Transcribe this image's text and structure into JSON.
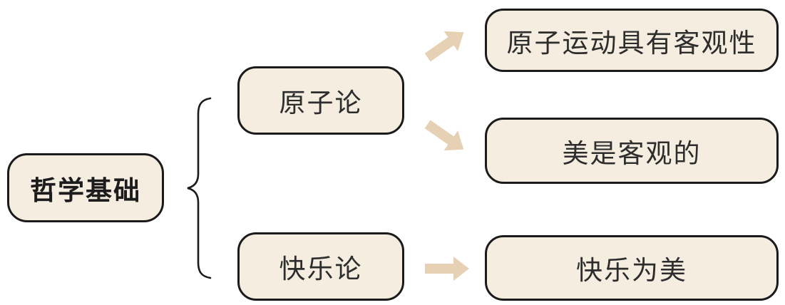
{
  "diagram": {
    "root_label": "哲学基础",
    "branches": [
      {
        "label": "原子论",
        "children": [
          "原子运动具有客观性",
          "美是客观的"
        ]
      },
      {
        "label": "快乐论",
        "children": [
          "快乐为美"
        ]
      }
    ]
  },
  "colors": {
    "background": "#ffffff",
    "box_fill": "#f5ede0",
    "box_border": "#1b1b1b",
    "text": "#2d2d2d",
    "arrow": "#e6d1b4"
  },
  "icons": {
    "brace": "left-curly-brace",
    "arrow_up_right": "block-arrow-up-right",
    "arrow_down_right": "block-arrow-down-right",
    "arrow_right": "block-arrow-right"
  }
}
